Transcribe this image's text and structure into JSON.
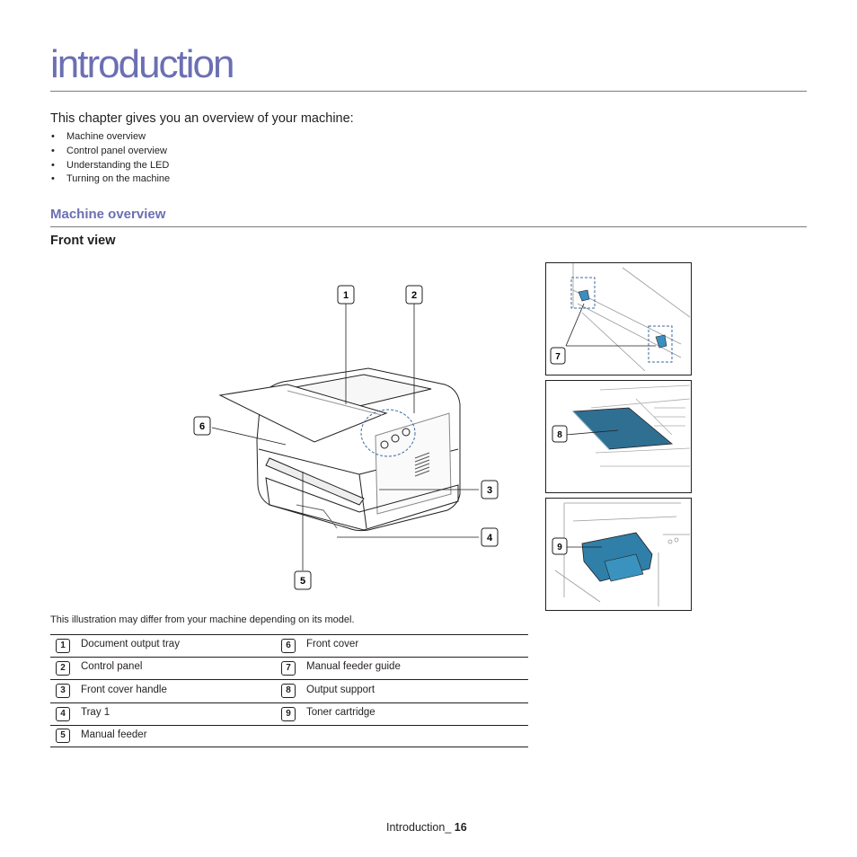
{
  "page": {
    "title": "introduction",
    "intro": "This chapter gives you an overview of your machine:",
    "bullets": [
      "Machine overview",
      "Control panel overview",
      "Understanding the LED",
      "Turning on the machine"
    ],
    "section_heading": "Machine overview",
    "subheading": "Front view",
    "note": "This illustration may differ from your machine depending on its model.",
    "footer_label": "Introduction_",
    "footer_page": "16",
    "bullet_char": "•"
  },
  "callouts": [
    "1",
    "2",
    "3",
    "4",
    "5",
    "6",
    "7",
    "8",
    "9"
  ],
  "table": {
    "rows": [
      [
        {
          "num": "1",
          "label": "Document output tray"
        },
        {
          "num": "6",
          "label": "Front cover"
        }
      ],
      [
        {
          "num": "2",
          "label": "Control panel"
        },
        {
          "num": "7",
          "label": "Manual feeder guide"
        }
      ],
      [
        {
          "num": "3",
          "label": "Front cover handle"
        },
        {
          "num": "8",
          "label": "Output support"
        }
      ],
      [
        {
          "num": "4",
          "label": "Tray 1"
        },
        {
          "num": "9",
          "label": "Toner cartridge"
        }
      ],
      [
        {
          "num": "5",
          "label": "Manual feeder"
        },
        null
      ]
    ]
  },
  "colors": {
    "heading": "#6b6fb3",
    "rule": "#7d7d7d",
    "callout_blue": "#3b6aa0",
    "highlight_teal": "#2b6a8f"
  }
}
